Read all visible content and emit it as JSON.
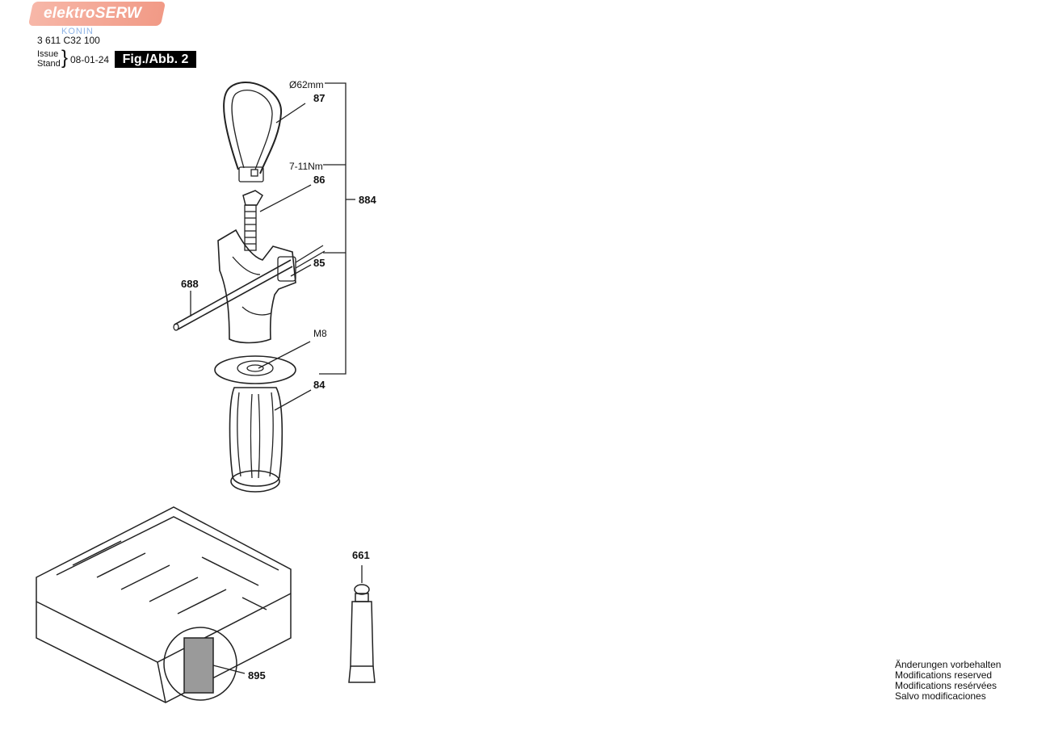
{
  "header": {
    "logo_text": "elektroSERW",
    "logo_sub": "KONIN",
    "part_number": "3 611 C32 100",
    "issue_label": "Issue",
    "stand_label": "Stand",
    "date": "08-01-24",
    "figure": "Fig./Abb. 2"
  },
  "callouts": {
    "diameter": "Ø62mm",
    "p87": "87",
    "torque": "7-11Nm",
    "p86": "86",
    "p884": "884",
    "p85": "85",
    "p688": "688",
    "m8": "M8",
    "p84": "84",
    "p661": "661",
    "p895": "895"
  },
  "notes": [
    "Änderungen vorbehalten",
    "Modifications reserved",
    "Modifications resérvées",
    "Salvo modificaciones"
  ]
}
